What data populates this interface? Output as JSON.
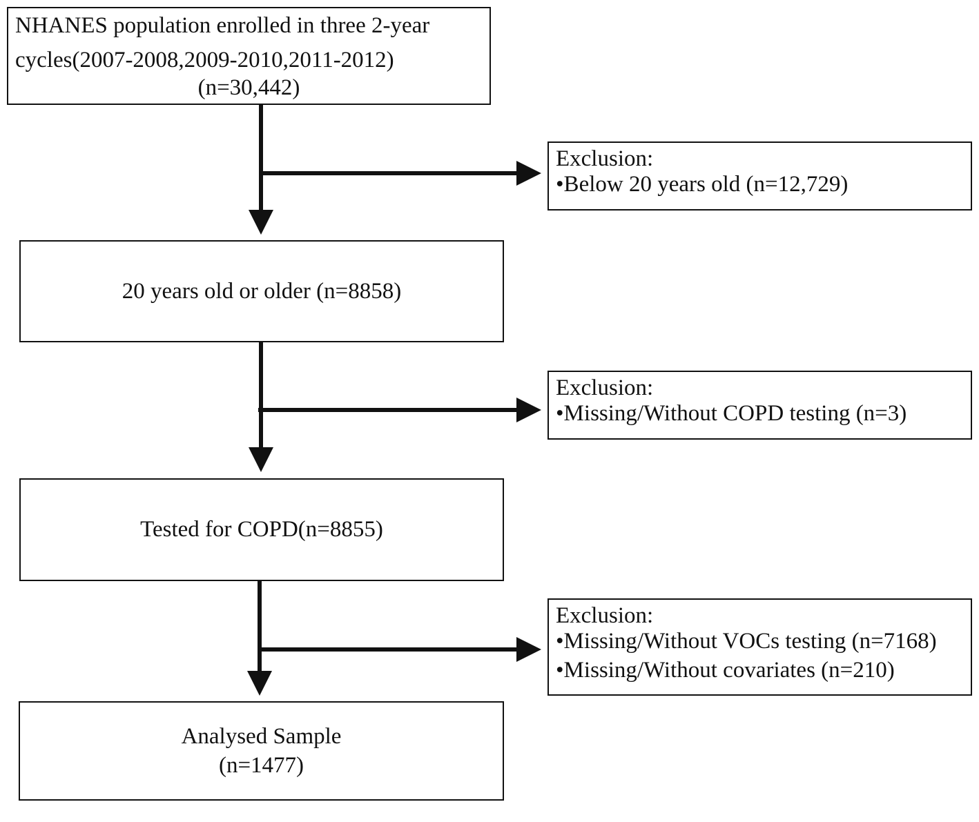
{
  "flowchart": {
    "start_box": {
      "lines": [
        "NHANES population enrolled in three 2-year",
        "cycles(2007-2008,2009-2010,2011-2012)",
        "(n=30,442)"
      ]
    },
    "exclusion_1": {
      "heading": "Exclusion:",
      "items": [
        "•Below 20 years old (n=12,729)"
      ]
    },
    "step_2": {
      "text": "20 years old or older (n=8858)"
    },
    "exclusion_2": {
      "heading": "Exclusion:",
      "items": [
        "•Missing/Without COPD testing (n=3)"
      ]
    },
    "step_3": {
      "text": "Tested for COPD(n=8855)"
    },
    "exclusion_3": {
      "heading": "Exclusion:",
      "items": [
        "•Missing/Without VOCs testing (n=7168)",
        "•Missing/Without covariates (n=210)"
      ]
    },
    "final_box": {
      "lines": [
        "Analysed Sample",
        "(n=1477)"
      ]
    }
  },
  "colors": {
    "line": "#111111",
    "background": "#ffffff"
  }
}
